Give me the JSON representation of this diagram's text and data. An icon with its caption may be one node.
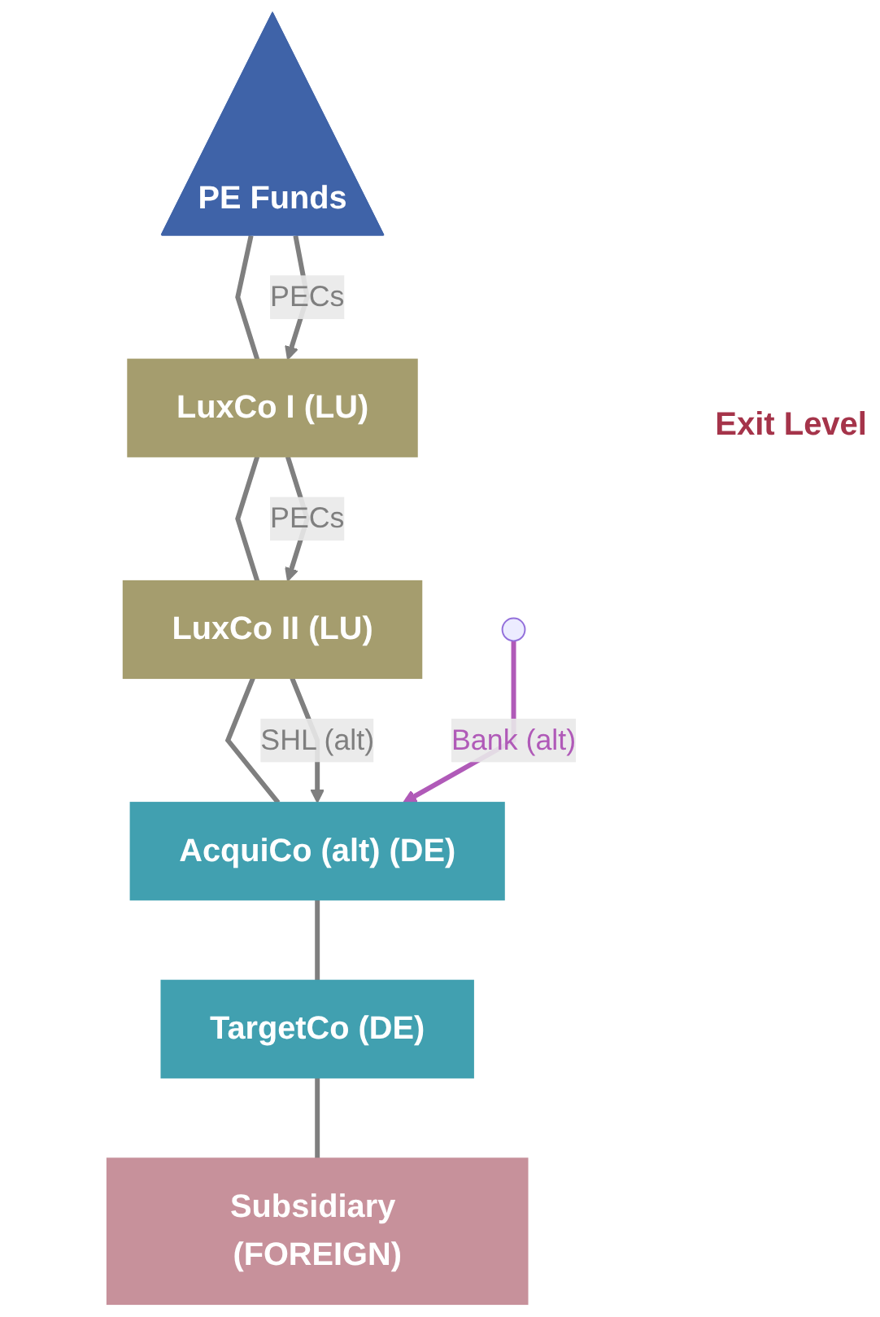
{
  "diagram": {
    "nodes": [
      {
        "text": [
          "PE Funds"
        ]
      },
      {
        "text": [
          "LuxCo I (LU)"
        ]
      },
      {
        "text": [
          "LuxCo II (LU)"
        ]
      },
      {
        "text": [
          "AcquiCo (alt) (DE)"
        ]
      },
      {
        "text": [
          "TargetCo (DE)"
        ]
      },
      {
        "text": [
          "Subsidiary (FOREIGN)"
        ]
      }
    ],
    "edges": [
      {
        "from": 0,
        "to": 1,
        "arrow": "none"
      },
      {
        "from": 1,
        "to": 2,
        "arrow": "none"
      },
      {
        "from": 2,
        "to": 3,
        "arrow": "none"
      },
      {
        "from": 3,
        "to": 4,
        "arrow": "none"
      },
      {
        "from": 4,
        "to": 5,
        "arrow": "none"
      },
      {
        "from": 0,
        "to": 1,
        "arrow": "to",
        "label": "PECs"
      },
      {
        "from": 1,
        "to": 2,
        "arrow": "to",
        "label": "PECs"
      },
      {
        "from": 2,
        "to": 3,
        "arrow": "to",
        "label": "SHL (alt)"
      },
      {
        "from": null,
        "to": 3,
        "arrow": "to",
        "label": "Bank (alt)",
        "color": "#b05ab8"
      }
    ],
    "labels": [
      "Exit Level"
    ]
  }
}
